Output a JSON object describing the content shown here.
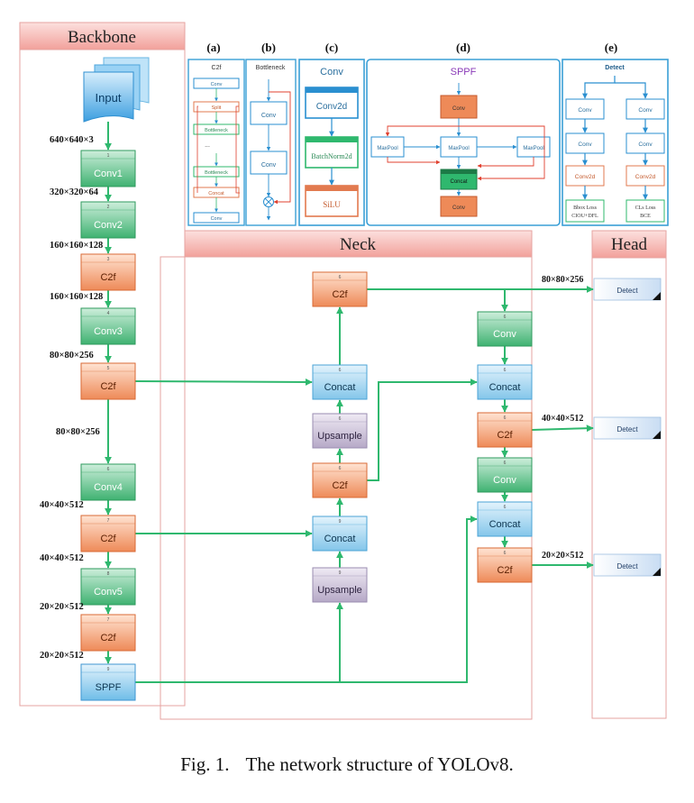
{
  "sections": {
    "backbone": "Backbone",
    "neck": "Neck",
    "head": "Head"
  },
  "panels": {
    "a": {
      "letter": "(a)",
      "title": "C2f",
      "items": [
        "Conv",
        "Split",
        "Bottleneck",
        "...",
        "Bottleneck",
        "Concat",
        "Conv"
      ]
    },
    "b": {
      "letter": "(b)",
      "title": "Bottleneck",
      "items": [
        "Conv",
        "Conv"
      ]
    },
    "c": {
      "letter": "(c)",
      "title": "Conv",
      "items": [
        "Conv2d",
        "BatchNorm2d",
        "SiLU"
      ]
    },
    "d": {
      "letter": "(d)",
      "title": "SPPF",
      "items": [
        "Conv",
        "MaxPool",
        "MaxPool",
        "MaxPool",
        "Concat",
        "Conv"
      ]
    },
    "e": {
      "letter": "(e)",
      "title": "Detect",
      "items": [
        "Conv",
        "Conv",
        "Conv",
        "Conv",
        "Conv2d",
        "Conv2d",
        "Bbox Loss",
        "CIOU+DFL",
        "CLs Loss",
        "BCE"
      ]
    }
  },
  "backbone": {
    "input": "Input",
    "blocks": [
      {
        "label": "Conv1",
        "idx": "1",
        "kind": "conv"
      },
      {
        "label": "Conv2",
        "idx": "2",
        "kind": "conv"
      },
      {
        "label": "C2f",
        "idx": "3",
        "kind": "c2f"
      },
      {
        "label": "Conv3",
        "idx": "4",
        "kind": "conv"
      },
      {
        "label": "C2f",
        "idx": "5",
        "kind": "c2f"
      },
      {
        "label": "Conv4",
        "idx": "6",
        "kind": "conv"
      },
      {
        "label": "C2f",
        "idx": "7",
        "kind": "c2f"
      },
      {
        "label": "Conv5",
        "idx": "8",
        "kind": "conv"
      },
      {
        "label": "C2f",
        "idx": "7",
        "kind": "c2f"
      },
      {
        "label": "SPPF",
        "idx": "9",
        "kind": "sppf"
      }
    ],
    "dims": [
      "640×640×3",
      "320×320×64",
      "160×160×128",
      "160×160×128",
      "80×80×256",
      "80×80×256",
      "40×40×512",
      "40×40×512",
      "20×20×512",
      "20×20×512"
    ]
  },
  "neck": {
    "col1": [
      {
        "label": "C2f",
        "idx": "6",
        "kind": "c2f"
      },
      {
        "label": "Concat",
        "idx": "6",
        "kind": "concat"
      },
      {
        "label": "Upsample",
        "idx": "6",
        "kind": "upsample"
      },
      {
        "label": "C2f",
        "idx": "6",
        "kind": "c2f"
      },
      {
        "label": "Concat",
        "idx": "9",
        "kind": "concat"
      },
      {
        "label": "Upsample",
        "idx": "9",
        "kind": "upsample"
      }
    ],
    "col2": [
      {
        "label": "Conv",
        "idx": "6",
        "kind": "conv"
      },
      {
        "label": "Concat",
        "idx": "6",
        "kind": "concat"
      },
      {
        "label": "C2f",
        "idx": "6",
        "kind": "c2f"
      },
      {
        "label": "Conv",
        "idx": "6",
        "kind": "conv"
      },
      {
        "label": "Concat",
        "idx": "6",
        "kind": "concat"
      },
      {
        "label": "C2f",
        "idx": "6",
        "kind": "c2f"
      }
    ]
  },
  "head": {
    "detect": [
      "Detect",
      "Detect",
      "Detect"
    ],
    "dims": [
      "80×80×256",
      "40×40×512",
      "20×20×512"
    ]
  },
  "caption": {
    "label": "Fig. 1.",
    "text": "The network structure of YOLOv8."
  },
  "colors": {
    "conv_top": "#bfe8cf",
    "conv_bot": "#48b878",
    "c2f_top": "#ffd9c4",
    "c2f_bot": "#f09566",
    "concat_top": "#d6eefb",
    "concat_bot": "#8ccbeb",
    "upsample_top": "#e7e1ee",
    "upsample_bot": "#bdb1cc",
    "sppf_top": "#d6eefb",
    "sppf_bot": "#7cc4ea",
    "arrow": "#2fb86e",
    "panel_border": "#3a9fd6",
    "section_title_bg": "#f6b4b0",
    "section_border": "#e6a3a0"
  }
}
